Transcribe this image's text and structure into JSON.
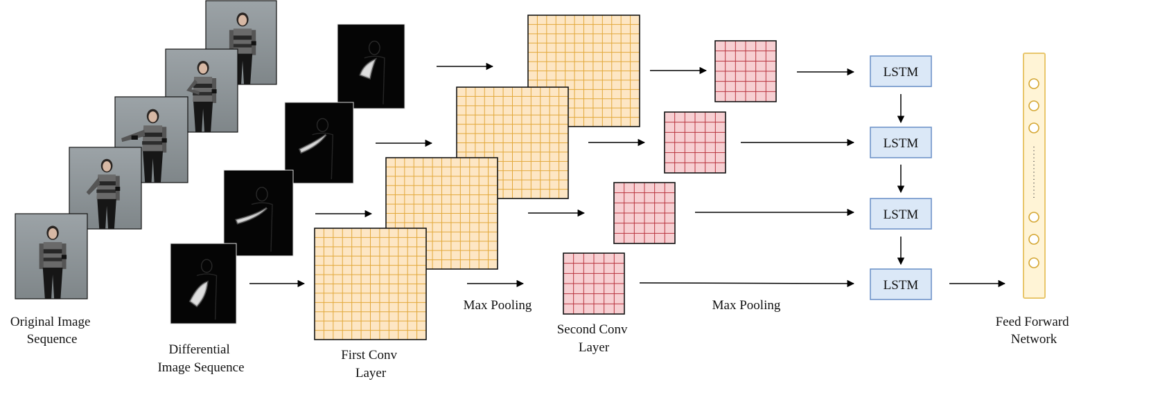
{
  "labels": {
    "original_sequence": [
      "Original Image",
      "Sequence"
    ],
    "differential_sequence": [
      "Differential",
      "Image Sequence"
    ],
    "first_conv": [
      "First Conv",
      "Layer"
    ],
    "max_pooling_1": "Max Pooling",
    "second_conv": [
      "Second Conv",
      "Layer"
    ],
    "max_pooling_2": "Max Pooling",
    "feed_forward": [
      "Feed Forward",
      "Network"
    ]
  },
  "lstm": {
    "label": "LSTM",
    "count": 4
  },
  "colors": {
    "conv1_fill": "#fde6c4",
    "conv1_grid": "#e2a83a",
    "conv2_fill": "#f7cfd2",
    "conv2_grid": "#b8333d",
    "lstm_fill": "#dbe8f7",
    "lstm_stroke": "#6e93c8",
    "ffn_fill": "#fff4d6",
    "ffn_stroke": "#e8c66b",
    "photo_bg": "#8d9498",
    "diff_bg": "#050505"
  },
  "icons": {
    "person": "person-silhouette-icon",
    "arrow": "arrow-right-icon",
    "node": "neuron-node-icon"
  }
}
